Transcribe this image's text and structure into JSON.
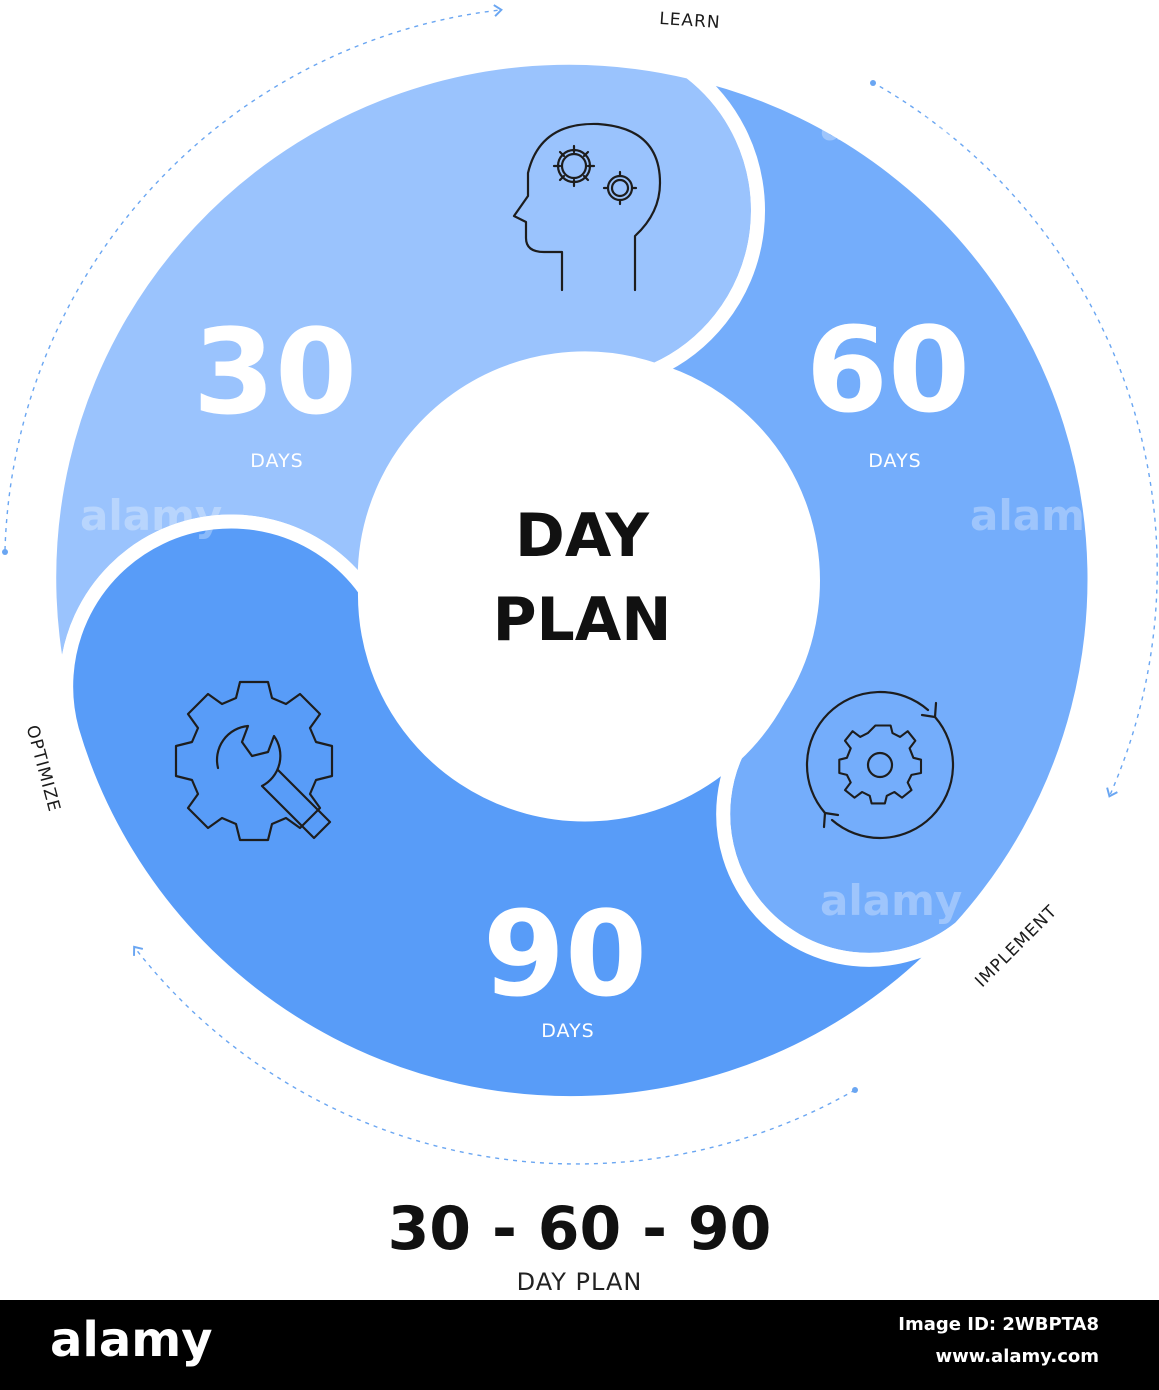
{
  "colors": {
    "segment_30": "#9ac3fd",
    "segment_60": "#74adfb",
    "segment_90": "#589cf8",
    "arrow": "#6aa6f2",
    "text_dark": "#111111"
  },
  "center": {
    "line1": "DAY",
    "line2": "PLAN"
  },
  "segments": [
    {
      "number": "30",
      "unit": "DAYS",
      "icon": "head-gears-icon"
    },
    {
      "number": "60",
      "unit": "DAYS",
      "icon": "gear-cycle-icon"
    },
    {
      "number": "90",
      "unit": "DAYS",
      "icon": "gear-wrench-icon"
    }
  ],
  "stages": {
    "learn": "LEARN",
    "implement": "IMPLEMENT",
    "optimize": "OPTIMIZE"
  },
  "footer": {
    "title": "30 - 60 - 90",
    "subtitle": "DAY PLAN"
  },
  "watermark": {
    "text": "alamy",
    "brand": "alamy",
    "image_id": "Image ID: 2WBPTA8",
    "url": "www.alamy.com"
  }
}
